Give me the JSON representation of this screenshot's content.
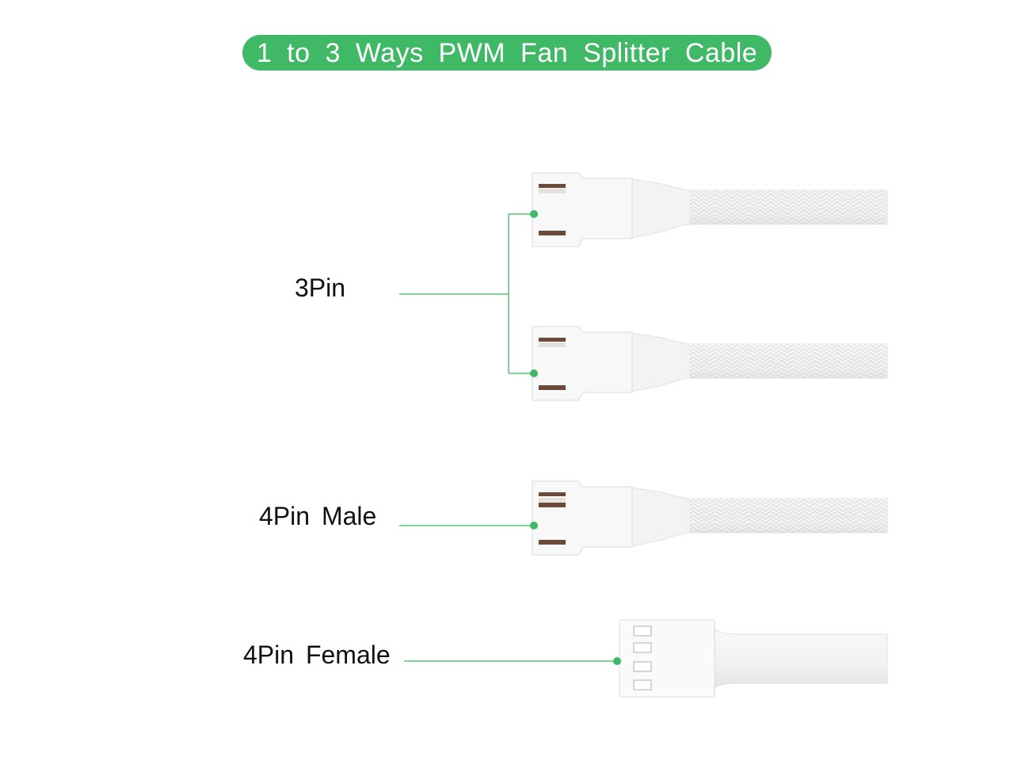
{
  "title": "1 to 3 Ways PWM Fan Splitter Cable",
  "labels": {
    "three_pin": "3Pin",
    "four_pin_male": "4Pin Male",
    "four_pin_female": "4Pin Female"
  },
  "colors": {
    "accent_green": "#3fb965",
    "leader_line": "#5cc07a",
    "cable": "#f3f3f3",
    "connector": "#f7f7f7",
    "pin_contact": "#6b4a3a"
  },
  "icons": {
    "three_pin_connector": "3pin-connector-icon",
    "four_pin_male_connector": "4pin-male-connector-icon",
    "four_pin_female_connector": "4pin-female-connector-icon",
    "braided_cable": "braided-cable-icon"
  }
}
